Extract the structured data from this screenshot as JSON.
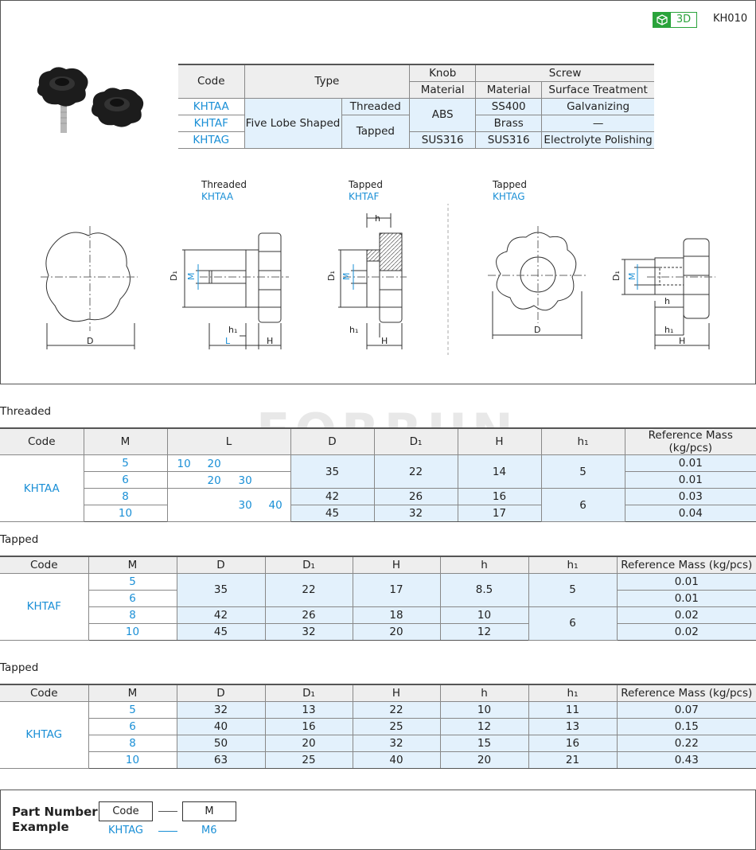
{
  "header": {
    "badge_3d": "3D",
    "product_code": "KH010"
  },
  "spec_table": {
    "headers": {
      "code": "Code",
      "type": "Type",
      "knob": "Knob",
      "screw": "Screw",
      "material": "Material",
      "surface": "Surface Treatment"
    },
    "type_name": "Five Lobe Shaped",
    "rows": [
      {
        "code": "KHTAA",
        "subtype": "Threaded",
        "knob_material": "ABS",
        "screw_material": "SS400",
        "surface": "Galvanizing"
      },
      {
        "code": "KHTAF",
        "subtype": "Tapped",
        "screw_material": "Brass",
        "surface": "—"
      },
      {
        "code": "KHTAG",
        "knob_material": "SUS316",
        "screw_material": "SUS316",
        "surface": "Electrolyte Polishing"
      }
    ]
  },
  "drawings": {
    "threaded_label": "Threaded",
    "threaded_code": "KHTAA",
    "tapped_label_1": "Tapped",
    "tapped_code_1": "KHTAF",
    "tapped_label_2": "Tapped",
    "tapped_code_2": "KHTAG",
    "dims": {
      "D": "D",
      "D1": "D₁",
      "M": "M",
      "h1": "h₁",
      "L": "L",
      "H": "H",
      "h": "h"
    }
  },
  "watermark": "FORRUN",
  "table_threaded": {
    "section": "Threaded",
    "headers": [
      "Code",
      "M",
      "L",
      "D",
      "D₁",
      "H",
      "h₁",
      "Reference Mass (kg/pcs)"
    ],
    "code": "KHTAA",
    "M": [
      "5",
      "6",
      "8",
      "10"
    ],
    "L": {
      "r1": [
        "10",
        "20"
      ],
      "r2": [
        "20",
        "30"
      ],
      "r3": [
        "30",
        "40"
      ]
    },
    "D": [
      "35",
      "42",
      "45"
    ],
    "D1": [
      "22",
      "26",
      "32"
    ],
    "H": [
      "14",
      "16",
      "17"
    ],
    "h1": [
      "5",
      "6"
    ],
    "mass": [
      "0.01",
      "0.01",
      "0.03",
      "0.04"
    ]
  },
  "table_tapped_f": {
    "section": "Tapped",
    "headers": [
      "Code",
      "M",
      "D",
      "D₁",
      "H",
      "h",
      "h₁",
      "Reference Mass (kg/pcs)"
    ],
    "code": "KHTAF",
    "M": [
      "5",
      "6",
      "8",
      "10"
    ],
    "D": [
      "35",
      "42",
      "45"
    ],
    "D1": [
      "22",
      "26",
      "32"
    ],
    "H": [
      "17",
      "18",
      "20"
    ],
    "h": [
      "8.5",
      "10",
      "12"
    ],
    "h1": [
      "5",
      "6"
    ],
    "mass": [
      "0.01",
      "0.01",
      "0.02",
      "0.02"
    ]
  },
  "table_tapped_g": {
    "section": "Tapped",
    "headers": [
      "Code",
      "M",
      "D",
      "D₁",
      "H",
      "h",
      "h₁",
      "Reference Mass (kg/pcs)"
    ],
    "code": "KHTAG",
    "rows": [
      [
        "5",
        "32",
        "13",
        "22",
        "10",
        "11",
        "0.07"
      ],
      [
        "6",
        "40",
        "16",
        "25",
        "12",
        "13",
        "0.15"
      ],
      [
        "8",
        "50",
        "20",
        "32",
        "15",
        "16",
        "0.22"
      ],
      [
        "10",
        "63",
        "25",
        "40",
        "20",
        "21",
        "0.43"
      ]
    ]
  },
  "part_number": {
    "title_line1": "Part Number",
    "title_line2": "Example",
    "code_label": "Code",
    "m_label": "M",
    "code_example": "KHTAG",
    "m_example": "M6"
  }
}
